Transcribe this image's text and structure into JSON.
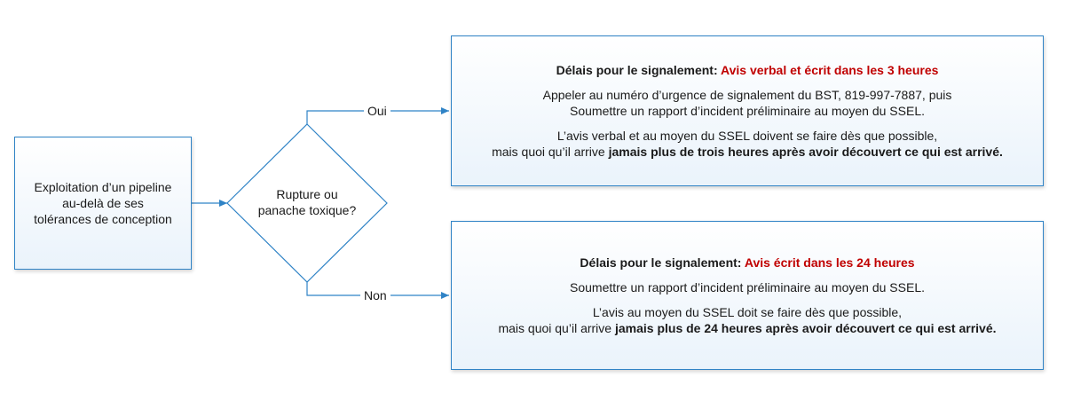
{
  "start": {
    "lines": [
      "Exploitation d’un pipeline",
      "au-delà de ses",
      "tolérances de conception"
    ]
  },
  "decision": {
    "lines": [
      "Rupture ou",
      "panache toxique?"
    ]
  },
  "branches": {
    "yes_label": "Oui",
    "no_label": "Non"
  },
  "yes_box": {
    "heading_prefix": "Délais pour le signalement:",
    "heading_accent": "Avis verbal et écrit dans les 3 heures",
    "para1_line1": "Appeler au numéro d’urgence de signalement du BST, 819-997-7887, puis",
    "para1_line2": "Soumettre un rapport d’incident préliminaire au moyen du SSEL.",
    "para2_line1": "L’avis verbal et au moyen du SSEL doivent se faire dès que possible,",
    "para2_line2_plain": "mais quoi qu’il arrive",
    "para2_line2_bold": "jamais plus de trois heures après avoir découvert ce qui est arrivé."
  },
  "no_box": {
    "heading_prefix": "Délais pour le signalement:",
    "heading_accent": "Avis écrit dans les 24 heures",
    "para1_line1": "Soumettre un rapport d’incident préliminaire au moyen du SSEL.",
    "para2_line1": "L’avis au moyen du SSEL doit se faire dès que possible,",
    "para2_line2_plain": "mais quoi qu’il arrive",
    "para2_line2_bold": "jamais plus de 24 heures après avoir découvert ce qui est arrivé."
  },
  "colors": {
    "stroke": "#2f83c6",
    "accent": "#c00000"
  }
}
